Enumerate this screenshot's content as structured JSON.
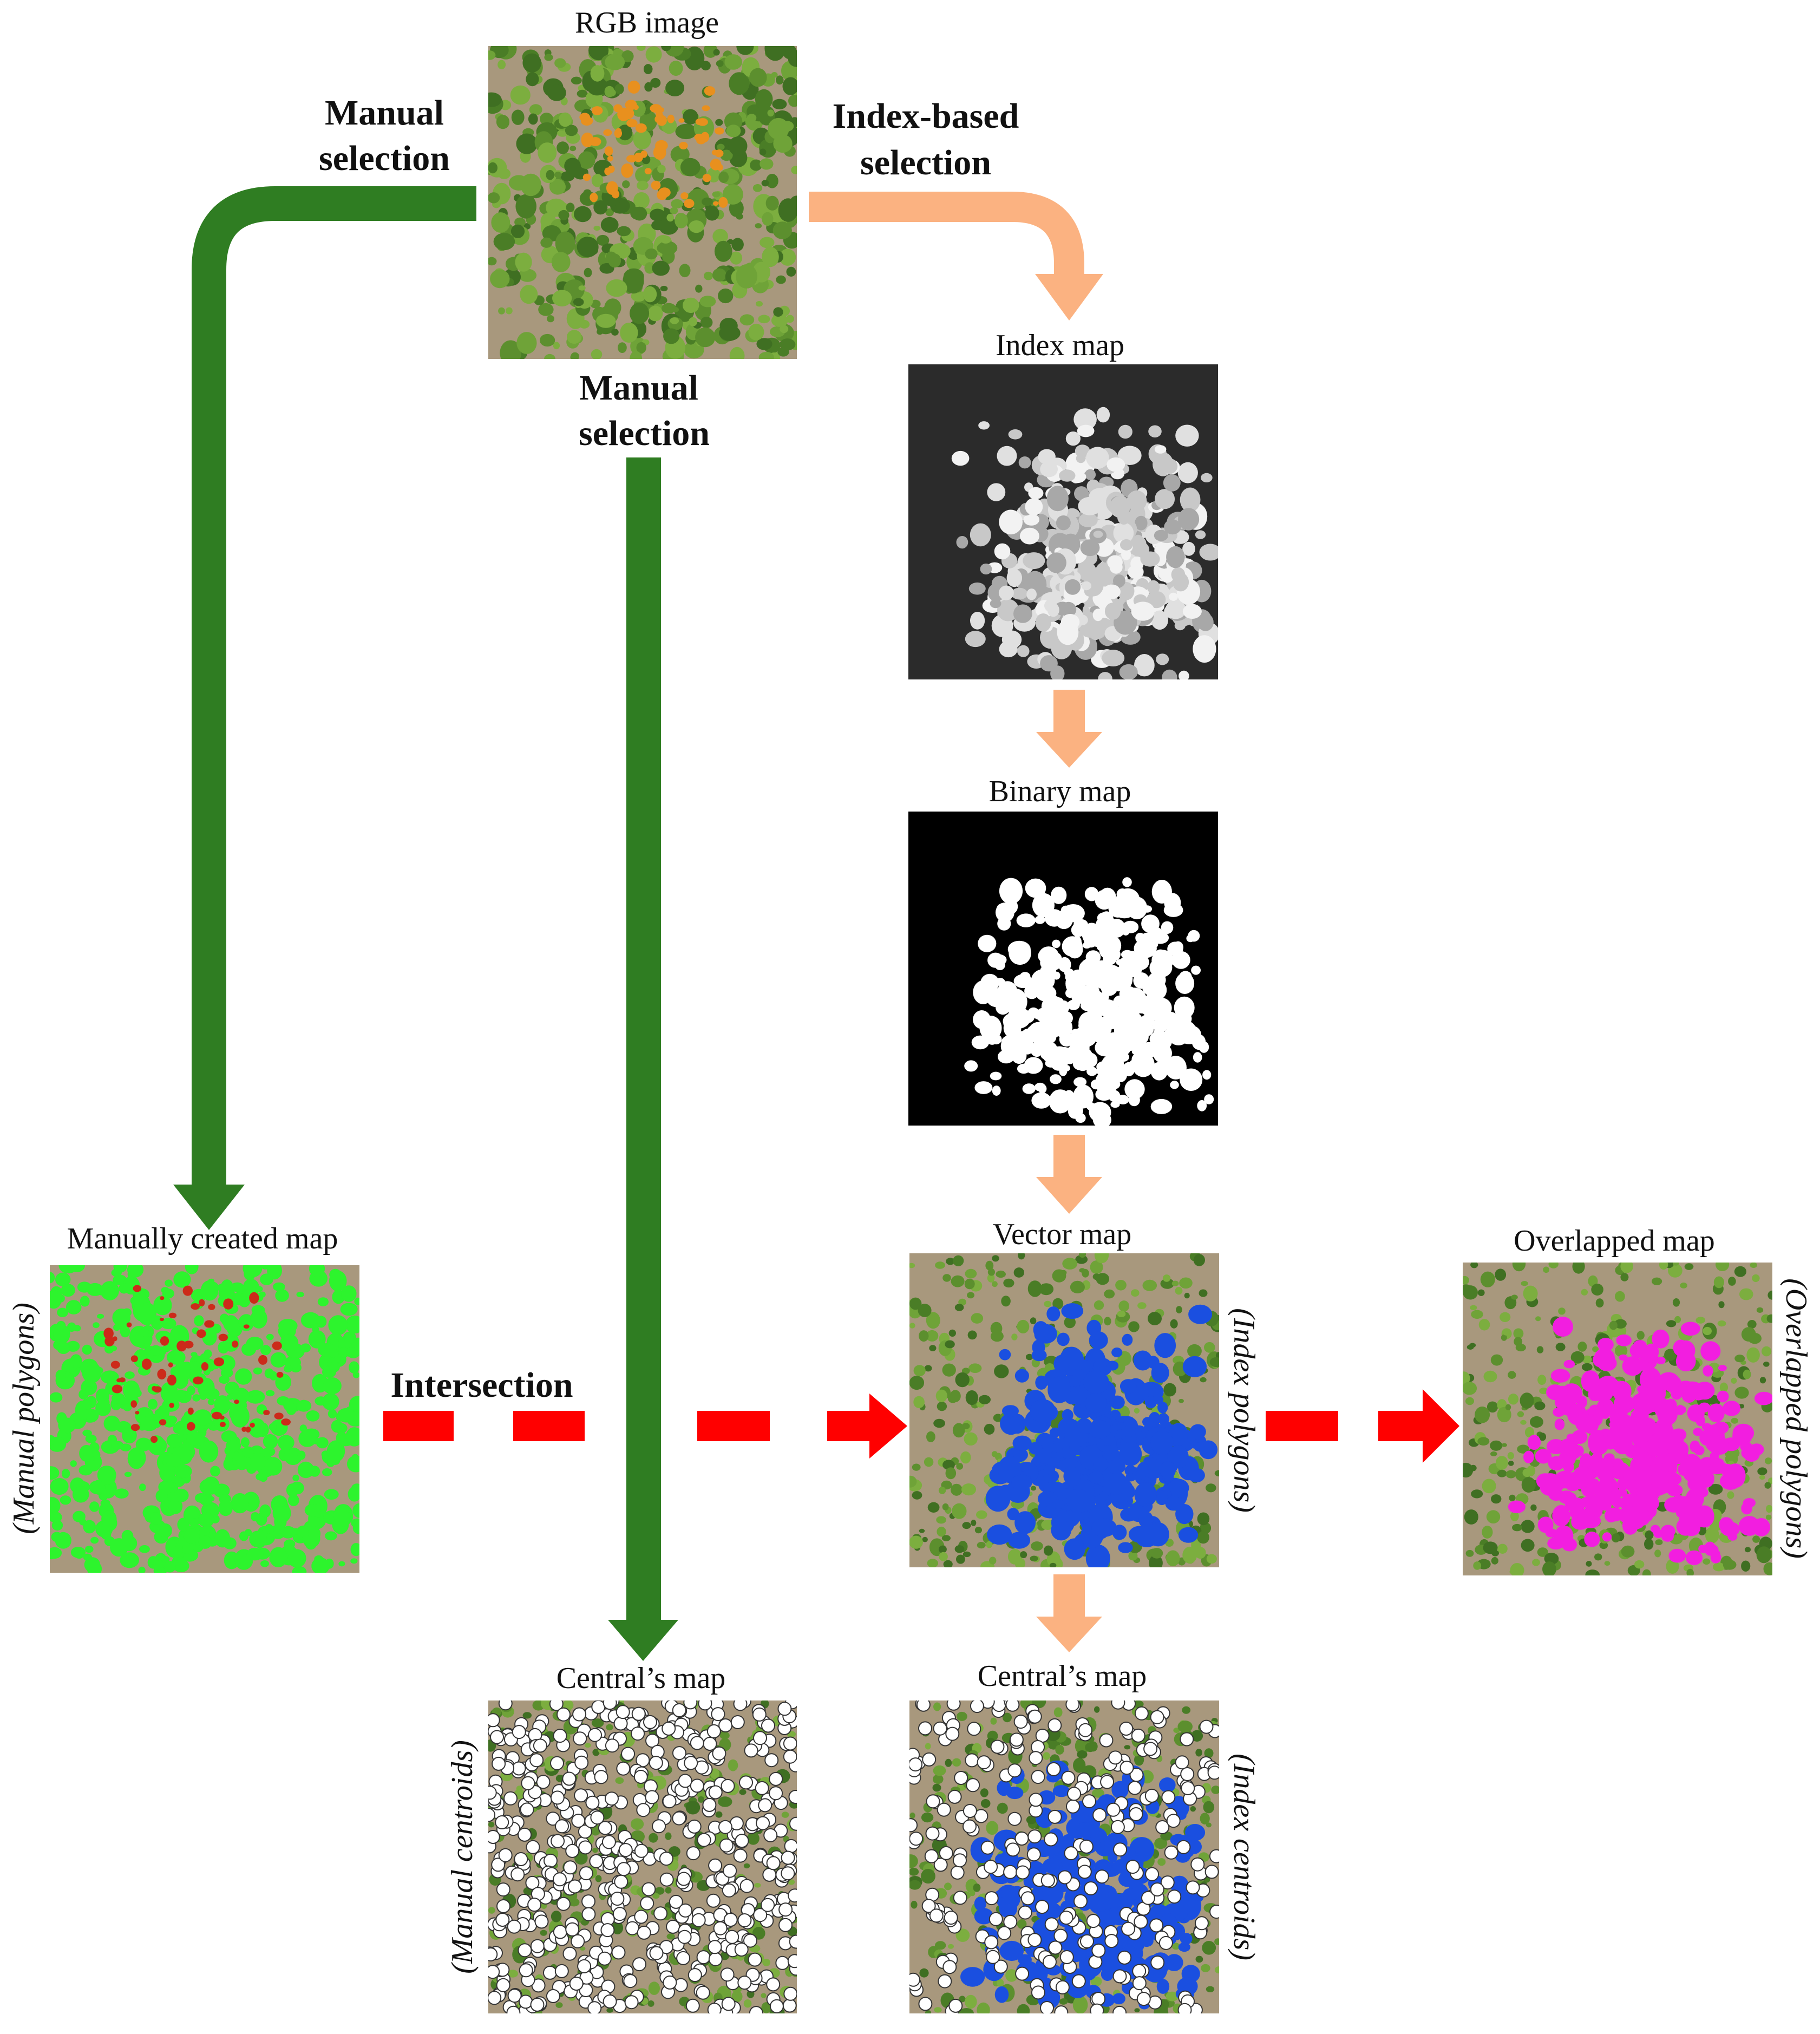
{
  "colors": {
    "manual_arrow": "#2f7d22",
    "index_arrow": "#fbb281",
    "intersection_arrow": "#ff0000",
    "soil": "#a8987d",
    "vegetation": "#5c8f2e",
    "manual_polygon": "#2df42d",
    "manual_polygon_red": "#cc2a1a",
    "index_polygon": "#1a4fe0",
    "overlap_polygon": "#f21ee0",
    "centroid": "#ffffff",
    "weed_flower": "#e8901e"
  },
  "maps": {
    "rgb": {
      "caption": "RGB image",
      "icon": "aerial-rgb-photo"
    },
    "index": {
      "caption": "Index map",
      "icon": "grayscale-index-image"
    },
    "binary": {
      "caption": "Binary map",
      "icon": "black-white-binary-image"
    },
    "vector": {
      "caption": "Vector map",
      "side_label": "(Index polygons)"
    },
    "manual_map": {
      "caption": "Manually created map",
      "side_label": "(Manual polygons)"
    },
    "overlapped": {
      "caption": "Overlapped map",
      "side_label": "(Overlapped polygons)"
    },
    "central_manual": {
      "caption": "Central’s map",
      "side_label": "(Manual centroids)"
    },
    "central_index": {
      "caption": "Central’s map",
      "side_label": "(Index centroids)"
    }
  },
  "steps": {
    "manual_selection_left": [
      "Manual",
      "selection"
    ],
    "manual_selection_center": [
      "Manual",
      "selection"
    ],
    "index_based_selection": [
      "Index-based",
      "selection"
    ],
    "intersection": "Intersection"
  }
}
